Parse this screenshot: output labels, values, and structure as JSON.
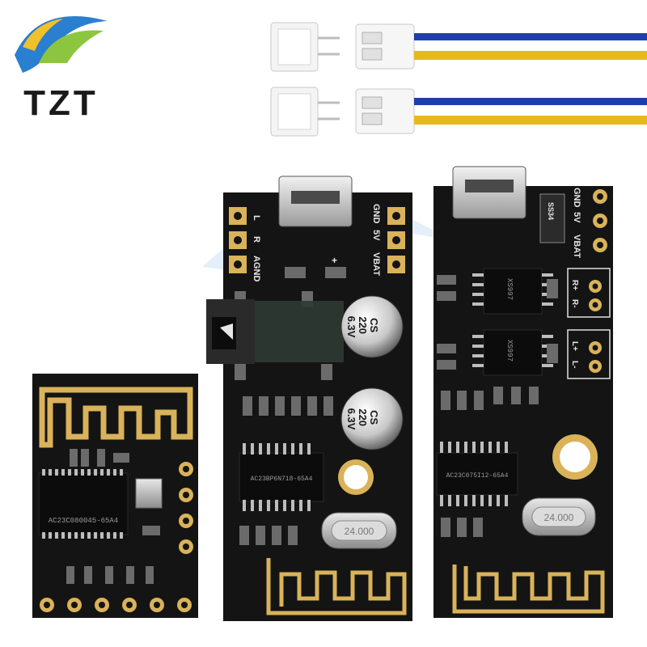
{
  "logo": {
    "text": "TZT"
  },
  "modules": [
    {
      "id": "small-module",
      "chip_label": "AC23C080045-65A4"
    },
    {
      "id": "middle-module",
      "pin_labels_left": [
        "L",
        "R",
        "AGND"
      ],
      "pin_labels_right": [
        "GND",
        "5V",
        "VBAT"
      ],
      "plus_mark": "+",
      "capacitors": [
        {
          "line1": "CS",
          "line2": "220",
          "line3": "6.3V"
        },
        {
          "line1": "CS",
          "line2": "220",
          "line3": "6.3V"
        }
      ],
      "crystal_label": "24.000",
      "chip_label": "AC23BP6N718-65A4"
    },
    {
      "id": "right-module",
      "top_pin_labels": [
        "GND",
        "5V",
        "VBAT"
      ],
      "diode_label": "SS34",
      "speaker_labels": [
        "R+",
        "R-",
        "L+",
        "L-"
      ],
      "amp_chip_labels": [
        "XS997",
        "XS997"
      ],
      "crystal_label": "24.000",
      "chip_label": "AC23C075I12-65A4"
    }
  ],
  "colors": {
    "pcb": "#141414",
    "gold": "#d9b25a",
    "wire_blue": "#1f3fa8",
    "wire_yellow": "#e9b81f",
    "logo_blue": "#2a7fd0",
    "logo_green": "#8cc63f",
    "logo_yellow": "#f1c12a"
  },
  "icons": [
    "tzt-logo",
    "jst-connector",
    "bluetooth-module"
  ]
}
